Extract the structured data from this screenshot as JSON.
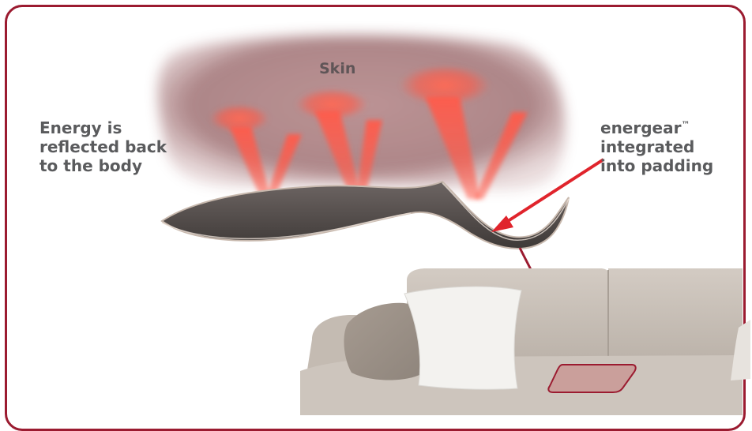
{
  "labels": {
    "skin": "Skin",
    "left_lines": [
      "Energy is",
      "reflected back",
      "to the body"
    ],
    "right_lines": [
      "energear",
      "integrated",
      "into padding"
    ],
    "trademark": "™"
  },
  "colors": {
    "border": "#9b1b30",
    "text": "#5a5b5d",
    "beam": "#f05a4a",
    "skin": "#b58a8c",
    "sofa": "#c9c0b7"
  }
}
